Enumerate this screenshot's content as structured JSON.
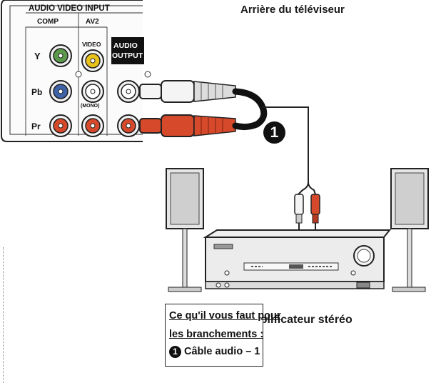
{
  "tv_label": "Arrière du téléviseur",
  "panel": {
    "header": "AUDIO VIDEO INPUT",
    "sub_comp": "COMP",
    "sub_av2": "AV2",
    "video_label": "VIDEO",
    "mono_label": "(MONO)",
    "audio_output_line1": "AUDIO",
    "audio_output_line2": "OUTPUT",
    "row_y": "Y",
    "row_pb": "Pb",
    "row_pr": "Pr"
  },
  "amp_label": "Amplificateur stéréo",
  "callout_number": "1",
  "needs": {
    "title_line1": "Ce qu'il vous faut pour",
    "title_line2": "les branchements :",
    "item_number": "1",
    "item_text": "Câble audio – 1"
  },
  "colors": {
    "green": "#5a9a4a",
    "blue": "#3f63a8",
    "red": "#d64a2b",
    "yellow": "#e8c21a",
    "ink": "#111111"
  }
}
